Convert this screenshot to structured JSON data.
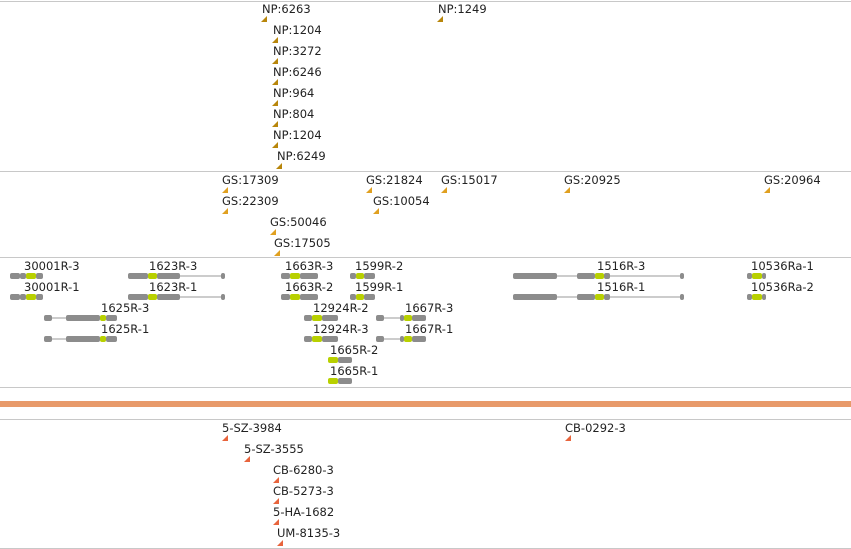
{
  "colors": {
    "np_marker": "#b8860b",
    "gs_marker": "#e0a020",
    "sample_marker": "#e8643c",
    "gene_body": "#8c8c8c",
    "gene_highlight": "#b8d000",
    "intron_line": "#9a9a9a",
    "band": "#e89a6a",
    "divider": "#c8c8c8"
  },
  "np_track": {
    "items": [
      {
        "label": "NP:6263"
      },
      {
        "label": "NP:1249"
      },
      {
        "label": "NP:1204"
      },
      {
        "label": "NP:3272"
      },
      {
        "label": "NP:6246"
      },
      {
        "label": "NP:964"
      },
      {
        "label": "NP:804"
      },
      {
        "label": "NP:1204"
      },
      {
        "label": "NP:6249"
      }
    ]
  },
  "gs_track": {
    "items": [
      {
        "label": "GS:17309"
      },
      {
        "label": "GS:21824"
      },
      {
        "label": "GS:15017"
      },
      {
        "label": "GS:20925"
      },
      {
        "label": "GS:20964"
      },
      {
        "label": "GS:22309"
      },
      {
        "label": "GS:10054"
      },
      {
        "label": "GS:50046"
      },
      {
        "label": "GS:17505"
      }
    ]
  },
  "gene_track": {
    "items": [
      {
        "label": "30001R-3"
      },
      {
        "label": "30001R-1"
      },
      {
        "label": "1623R-3"
      },
      {
        "label": "1623R-1"
      },
      {
        "label": "1625R-3"
      },
      {
        "label": "1625R-1"
      },
      {
        "label": "1663R-3"
      },
      {
        "label": "1663R-2"
      },
      {
        "label": "1599R-2"
      },
      {
        "label": "1599R-1"
      },
      {
        "label": "12924R-2"
      },
      {
        "label": "12924R-3"
      },
      {
        "label": "1667R-3"
      },
      {
        "label": "1667R-1"
      },
      {
        "label": "1665R-2"
      },
      {
        "label": "1665R-1"
      },
      {
        "label": "1516R-3"
      },
      {
        "label": "1516R-1"
      },
      {
        "label": "10536Ra-1"
      },
      {
        "label": "10536Ra-2"
      }
    ]
  },
  "sample_track": {
    "items": [
      {
        "label": "5-SZ-3984"
      },
      {
        "label": "5-SZ-3555"
      },
      {
        "label": "CB-6280-3"
      },
      {
        "label": "CB-5273-3"
      },
      {
        "label": "5-HA-1682"
      },
      {
        "label": "UM-8135-3"
      },
      {
        "label": "CB-0292-3"
      }
    ]
  }
}
